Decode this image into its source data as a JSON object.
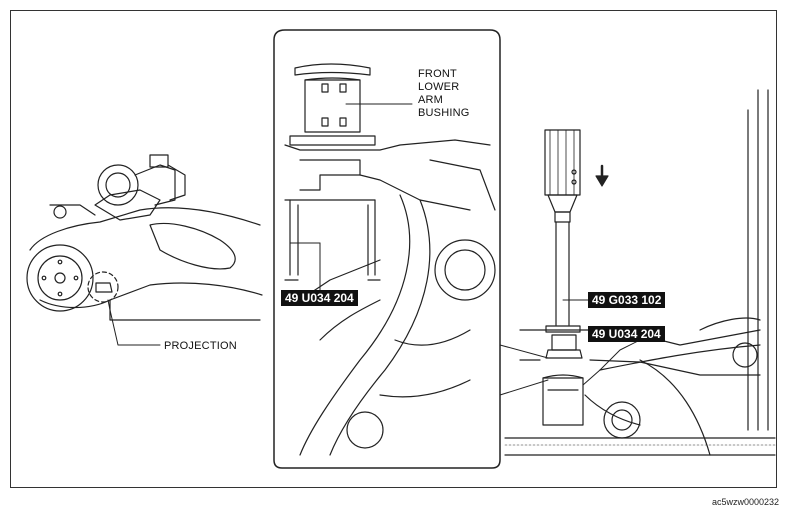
{
  "labels": {
    "front_lower_arm_bushing": [
      "FRONT",
      "LOWER",
      "ARM",
      "BUSHING"
    ],
    "projection": "PROJECTION",
    "tool_left": "49 U034 204",
    "tool_rod": "49 G033 102",
    "tool_right": "49 U034 204"
  },
  "figure_code": "ac5wzw0000232",
  "colors": {
    "line": "#222222",
    "tag_bg": "#111111",
    "tag_text": "#ffffff"
  }
}
